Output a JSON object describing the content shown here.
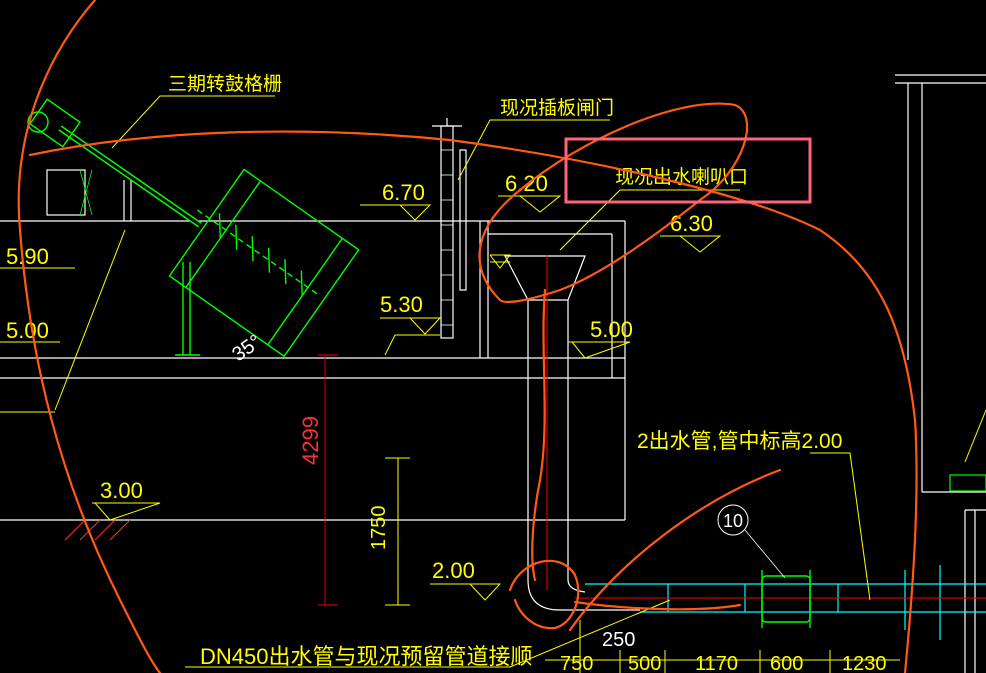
{
  "colors": {
    "background": "#000000",
    "line_white": "#ffffff",
    "line_yellow": "#ffff00",
    "line_green": "#00ff00",
    "line_cyan": "#00ffff",
    "line_red": "#ff0000",
    "markup_orange": "#ff5a14",
    "markup_box": "#ff6478"
  },
  "labels": {
    "screen_callout": "三期转鼓格栅",
    "gate_callout": "现况插板闸门",
    "outlet_callout": "现况出水喇叭口",
    "pipe_callout": "2出水管,管中标高2.00",
    "connection_note": "DN450出水管与现况预留管道接顺",
    "valve_tag": "10",
    "angle": "35°"
  },
  "elevations": {
    "left_590": "5.90",
    "left_500": "5.00",
    "top_670": "6.70",
    "top_620": "6.20",
    "right_630": "6.30",
    "mid_530": "5.30",
    "mid_500": "5.00",
    "ground_300": "3.00",
    "pipe_200": "2.00"
  },
  "dimensions": {
    "d4299": "4299",
    "d1750": "1750",
    "d250": "250",
    "bottom": [
      "750",
      "500",
      "1170",
      "600",
      "1230"
    ]
  }
}
